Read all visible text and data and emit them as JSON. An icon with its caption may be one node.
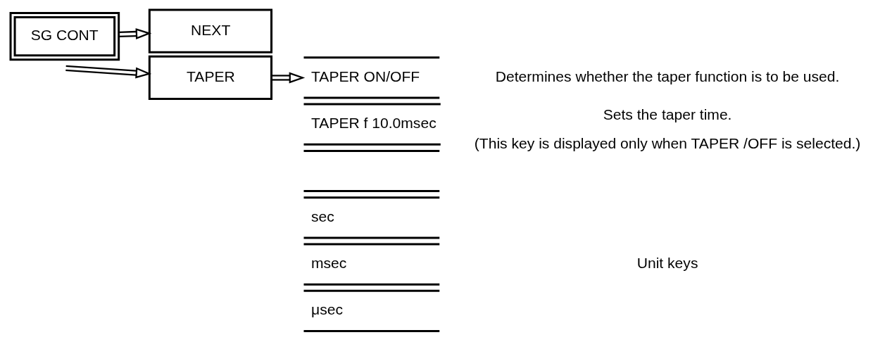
{
  "diagram": {
    "nodes": [
      {
        "text": [
          "SG CONT"
        ]
      },
      {
        "text": [
          "NEXT"
        ]
      },
      {
        "text": [
          "TAPER"
        ]
      },
      {
        "text": [
          "TAPER ON/OFF"
        ],
        "beside": [
          "Determines whether the taper function is to be used."
        ]
      },
      {
        "text": [
          "TAPER f 10.0msec"
        ],
        "beside": [
          "Sets the taper time.",
          "(This key is displayed only when TAPER /OFF is selected.)"
        ]
      },
      {
        "text": [],
        "shape": "box"
      },
      {
        "text": [
          "sec"
        ]
      },
      {
        "text": [
          "msec"
        ]
      },
      {
        "text": [
          "μsec"
        ]
      }
    ],
    "edges": [
      {
        "from": 0,
        "to": 1,
        "arrow": "to"
      },
      {
        "from": null,
        "to": 2,
        "arrow": "to"
      },
      {
        "from": 2,
        "to": 3,
        "arrow": "to"
      }
    ],
    "labels": [
      "Unit keys"
    ]
  }
}
